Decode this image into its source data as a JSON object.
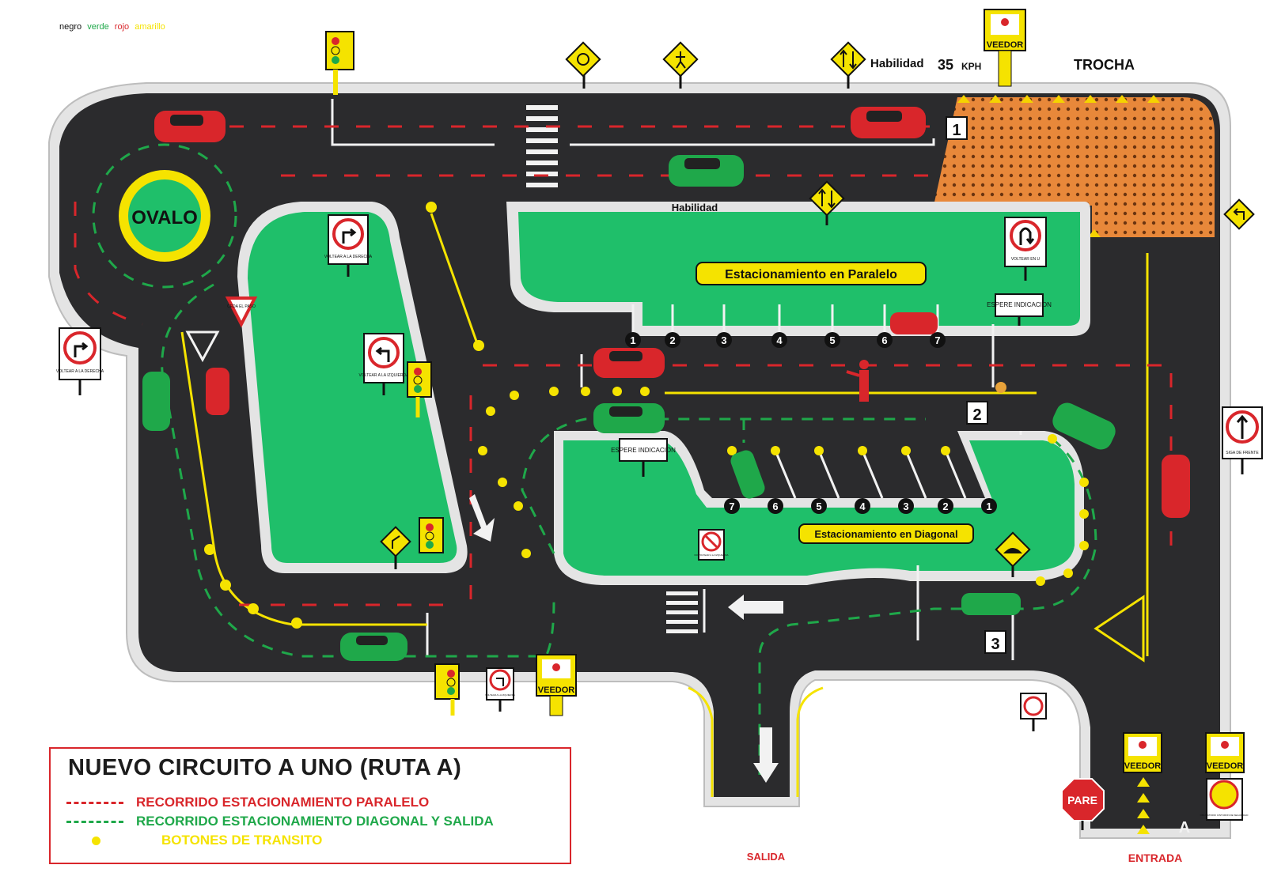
{
  "color_key": {
    "items": [
      {
        "label": "negro",
        "color": "#111111"
      },
      {
        "label": "verde",
        "color": "#1fa84a"
      },
      {
        "label": "rojo",
        "color": "#d9262b"
      },
      {
        "label": "amarillo",
        "color": "#f5e300"
      }
    ]
  },
  "header": {
    "skill_label": "Habilidad",
    "speed": "35",
    "speed_unit": "KPH",
    "trocha": "TROCHA",
    "veedor": "VEEDOR"
  },
  "areas": {
    "ovalo": "OVALO",
    "habilidad": "Habilidad",
    "parallel": "Estacionamiento en Paralelo",
    "diagonal": "Estacionamiento en Diagonal"
  },
  "parallel_spots": [
    "1",
    "2",
    "3",
    "4",
    "5",
    "6",
    "7"
  ],
  "diagonal_spots": [
    "7",
    "6",
    "5",
    "4",
    "3",
    "2",
    "1"
  ],
  "stations": [
    "1",
    "2",
    "3"
  ],
  "signs": {
    "voltear_derecha": "VOLTEAR A LA DERECHA",
    "voltear_izquierda": "VOLTEAR A LA IZQUIERDA",
    "voltear_u": "VOLTEAR EN U",
    "cede_paso": "CEDA EL PASO",
    "espere": "ESPERE INDICACION",
    "siga_frente": "SIGA DE FRENTE",
    "no_voltear": "NO VOLTEAR A LA IZQUIERDA",
    "pare": "PARE",
    "cinturon": "OBLIGATORIO CINTURON DE SEGURIDAD"
  },
  "exits": {
    "salida": "SALIDA",
    "entrada": "ENTRADA",
    "route_letter": "A"
  },
  "legend": {
    "title": "NUEVO CIRCUITO  A UNO (RUTA A)",
    "items": [
      {
        "label": "RECORRIDO ESTACIONAMIENTO  PARALELO",
        "color": "#d9262b",
        "style": "dash"
      },
      {
        "label": "RECORRIDO ESTACIONAMIENTO  DIAGONAL Y SALIDA",
        "color": "#1fa84a",
        "style": "dash"
      },
      {
        "label": "BOTONES DE TRANSITO",
        "color": "#f5e300",
        "style": "dot"
      }
    ]
  }
}
